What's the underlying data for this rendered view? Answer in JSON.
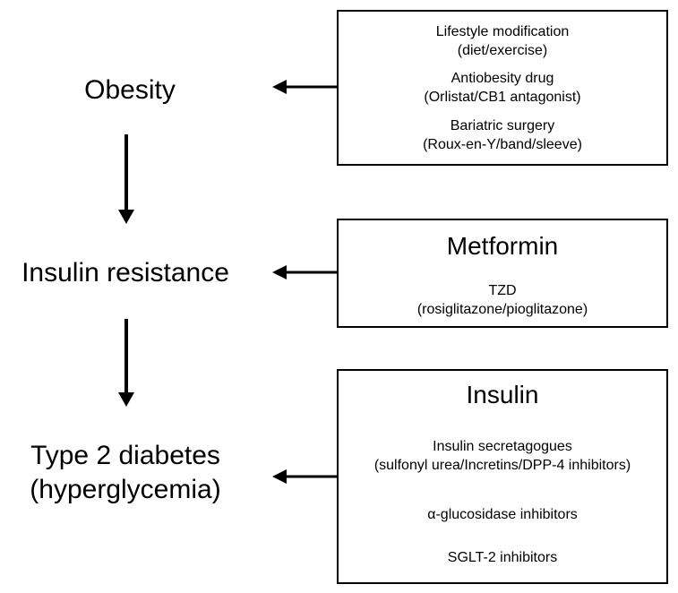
{
  "stages": {
    "obesity": "Obesity",
    "insulin_resistance": "Insulin resistance",
    "type2_line1": "Type 2 diabetes",
    "type2_line2": "(hyperglycemia)"
  },
  "boxes": {
    "obesity": {
      "items": [
        {
          "name": "Lifestyle modification",
          "detail": "(diet/exercise)"
        },
        {
          "name": "Antiobesity drug",
          "detail": "(Orlistat/CB1 antagonist)"
        },
        {
          "name": "Bariatric surgery",
          "detail": "(Roux-en-Y/band/sleeve)"
        }
      ]
    },
    "insulin_resistance": {
      "headline": "Metformin",
      "items": [
        {
          "name": "TZD",
          "detail": "(rosiglitazone/pioglitazone)"
        }
      ]
    },
    "type2_diabetes": {
      "headline": "Insulin",
      "items": [
        {
          "name": "Insulin secretagogues",
          "detail": "(sulfonyl urea/Incretins/DPP-4 inhibitors)"
        },
        {
          "name": "α-glucosidase inhibitors"
        },
        {
          "name": "SGLT-2 inhibitors"
        }
      ]
    }
  }
}
